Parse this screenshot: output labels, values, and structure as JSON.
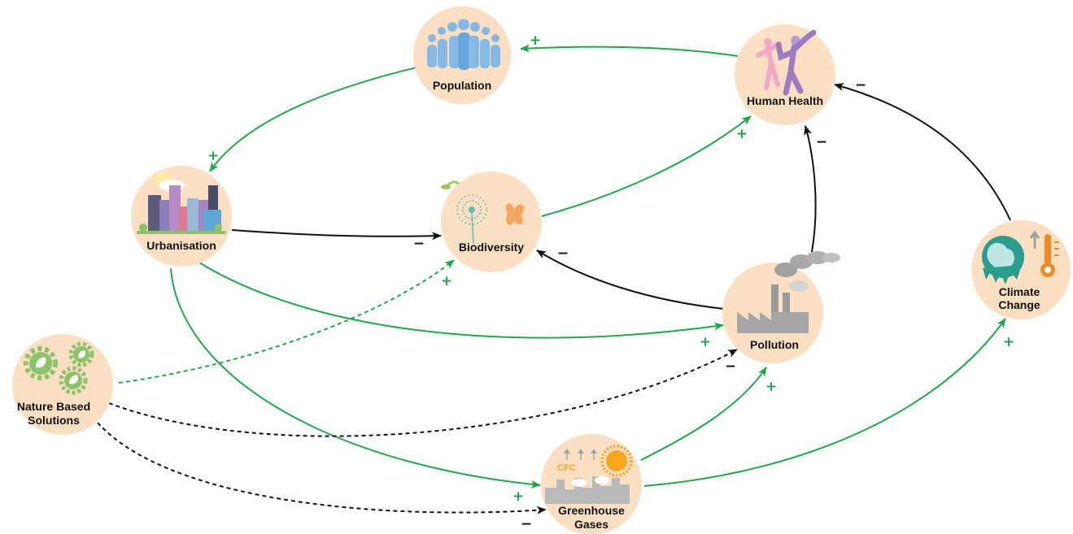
{
  "colors": {
    "node_fill": "#fbdfc3",
    "positive": "#1fa84a",
    "negative": "#111111"
  },
  "nodes": [
    {
      "id": "population",
      "label_lines": [
        "Population"
      ],
      "icon": "people-group-icon"
    },
    {
      "id": "human_health",
      "label_lines": [
        "Human Health"
      ],
      "icon": "dancing-people-icon"
    },
    {
      "id": "urbanisation",
      "label_lines": [
        "Urbanisation"
      ],
      "icon": "city-buildings-icon"
    },
    {
      "id": "biodiversity",
      "label_lines": [
        "Biodiversity"
      ],
      "icon": "dandelion-butterfly-icon"
    },
    {
      "id": "pollution",
      "label_lines": [
        "Pollution"
      ],
      "icon": "factory-smoke-icon"
    },
    {
      "id": "climate_change",
      "label_lines": [
        "Climate",
        "Change"
      ],
      "icon": "globe-thermometer-icon"
    },
    {
      "id": "nature_based_solutions",
      "label_lines": [
        "Nature Based",
        "Solutions"
      ],
      "icon": "leaf-gears-icon"
    },
    {
      "id": "greenhouse_gases",
      "label_lines": [
        "Greenhouse",
        "Gases"
      ],
      "icon": "cfc-sun-industry-icon",
      "icon_text": "CFC"
    }
  ],
  "links": [
    {
      "from": "human_health",
      "to": "population",
      "sign": "+",
      "style": "solid",
      "color": "positive"
    },
    {
      "from": "population",
      "to": "urbanisation",
      "sign": "+",
      "style": "solid",
      "color": "positive"
    },
    {
      "from": "biodiversity",
      "to": "human_health",
      "sign": "+",
      "style": "solid",
      "color": "positive"
    },
    {
      "from": "urbanisation",
      "to": "biodiversity",
      "sign": "−",
      "style": "solid",
      "color": "negative"
    },
    {
      "from": "pollution",
      "to": "biodiversity",
      "sign": "−",
      "style": "solid",
      "color": "negative"
    },
    {
      "from": "pollution",
      "to": "human_health",
      "sign": "−",
      "style": "solid",
      "color": "negative"
    },
    {
      "from": "climate_change",
      "to": "human_health",
      "sign": "−",
      "style": "solid",
      "color": "negative"
    },
    {
      "from": "urbanisation",
      "to": "pollution",
      "sign": "+",
      "style": "solid",
      "color": "positive"
    },
    {
      "from": "urbanisation",
      "to": "greenhouse_gases",
      "sign": "+",
      "style": "solid",
      "color": "positive"
    },
    {
      "from": "greenhouse_gases",
      "to": "pollution",
      "sign": "+",
      "style": "solid",
      "color": "positive"
    },
    {
      "from": "greenhouse_gases",
      "to": "climate_change",
      "sign": "+",
      "style": "solid",
      "color": "positive"
    },
    {
      "from": "nature_based_solutions",
      "to": "biodiversity",
      "sign": "+",
      "style": "dashed",
      "color": "positive"
    },
    {
      "from": "nature_based_solutions",
      "to": "pollution",
      "sign": "−",
      "style": "dashed",
      "color": "negative"
    },
    {
      "from": "nature_based_solutions",
      "to": "greenhouse_gases",
      "sign": "−",
      "style": "dashed",
      "color": "negative"
    }
  ]
}
